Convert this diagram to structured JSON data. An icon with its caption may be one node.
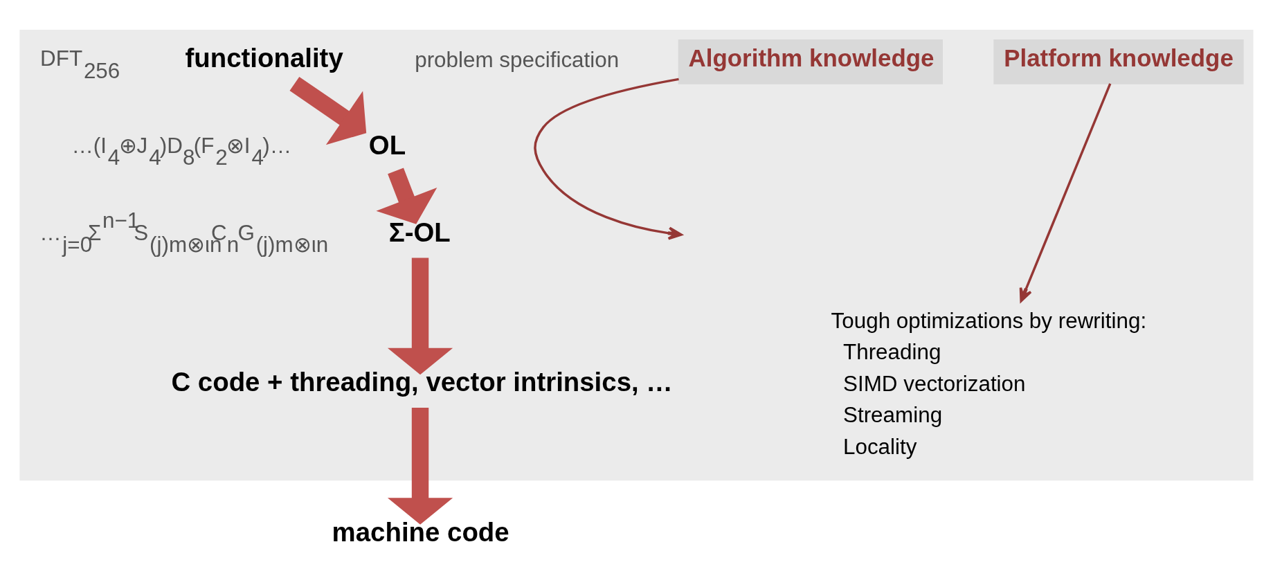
{
  "diagram": {
    "nodes": [
      {
        "text": [],
        "shape": "box"
      },
      {
        "text": [
          "functionality"
        ],
        "in": 0,
        "beside": [
          "DFT$_{256}$",
          "problem specification"
        ]
      },
      {
        "text": [
          "Algorithm knowledge"
        ],
        "in": 0
      },
      {
        "text": [
          "Platform knowledge"
        ],
        "in": 0
      },
      {
        "text": [
          "OL"
        ],
        "in": 0,
        "beside": [
          "…(I$_{4}$⊕J$_{4}$)D$_{8}$(F$_{2}$⊗I$_{4}$)…"
        ]
      },
      {
        "text": [
          "Tough optimizations by rewriting:",
          "Threading",
          "SIMD vectorization",
          "Streaming",
          "Locality"
        ],
        "in": 0
      },
      {
        "text": [
          "Σ-OL"
        ],
        "in": 0,
        "beside": [
          "…$_{j=0}$Σ$^{n−1}$S$_{(j)m⊗ιn}$C$_{n}$G$_{(j)m⊗ιn}$"
        ]
      },
      {
        "text": [
          "C code + threading, vector intrinsics, …"
        ],
        "in": 0
      },
      {
        "text": [
          "machine code"
        ]
      }
    ],
    "edges": [
      {
        "from": 1,
        "to": 4,
        "arrow": "to"
      },
      {
        "from": 2,
        "to": null,
        "arrow": "to",
        "color": "#953735"
      },
      {
        "from": 3,
        "to": 5,
        "arrow": "to",
        "color": "#953735"
      },
      {
        "from": 4,
        "to": 6,
        "arrow": "to"
      },
      {
        "from": 6,
        "to": 7,
        "arrow": "to"
      },
      {
        "from": 7,
        "to": 8,
        "arrow": "to"
      }
    ]
  }
}
